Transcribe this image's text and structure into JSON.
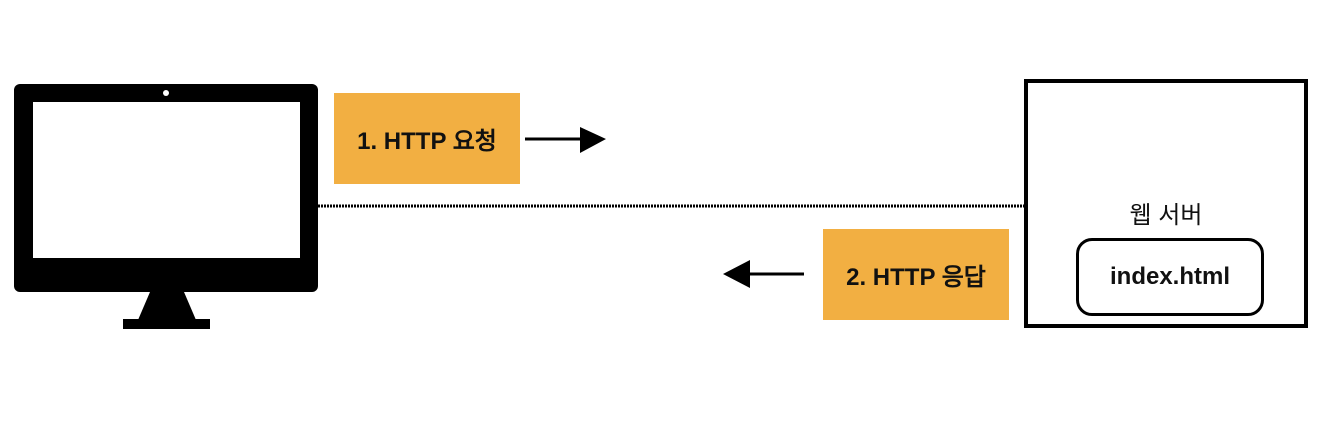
{
  "request_label": "1. HTTP 요청",
  "response_label": "2. HTTP 응답",
  "server": {
    "title": "웹 서버",
    "file": "index.html"
  },
  "client_icon": "desktop-monitor-icon",
  "colors": {
    "label_fill": "#F2AF42",
    "stroke": "#000000",
    "background": "#FFFFFF"
  }
}
